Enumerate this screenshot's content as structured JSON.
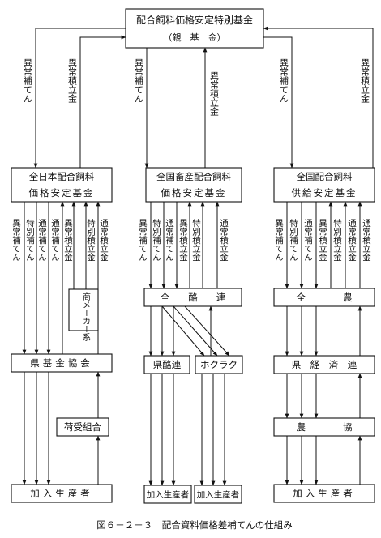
{
  "top": {
    "line1": "配合飼料価格安定特別基金",
    "line2": "（親　基　金）"
  },
  "edge_labels": {
    "abnormal": "異常補てん",
    "reserve": "異常積立金",
    "special_comp": "特別補てん",
    "normal_comp": "通常補てん",
    "abnormal_reserve": "異常積立金",
    "special_reserve": "特別積立金",
    "normal_reserve": "通常積立金"
  },
  "left": {
    "fund": {
      "line1": "全日本配合飼料",
      "line2": "価格安定基金"
    },
    "maker_box": "商メーカー系",
    "council": "県基金協会",
    "cooperative": "荷受組合",
    "producers": "加入生産者"
  },
  "center": {
    "fund": {
      "line1": "全国畜産配合飼料",
      "line2": "価格安定基金"
    },
    "federation": "全　　酪　　連",
    "pref_dairy": "県酪連",
    "hokuraku": "ホクラク",
    "producers_a": "加入生産者",
    "producers_b": "加入生産者"
  },
  "right": {
    "fund": {
      "line1": "全国配合飼料",
      "line2": "供給安定基金"
    },
    "zennoh": "全　　　　農",
    "keizairen": "県　経　済　連",
    "nokyo": "農　　　　協",
    "producers": "加入生産者"
  },
  "caption": "図６－２－３　配合資料価格差補てんの仕組み"
}
